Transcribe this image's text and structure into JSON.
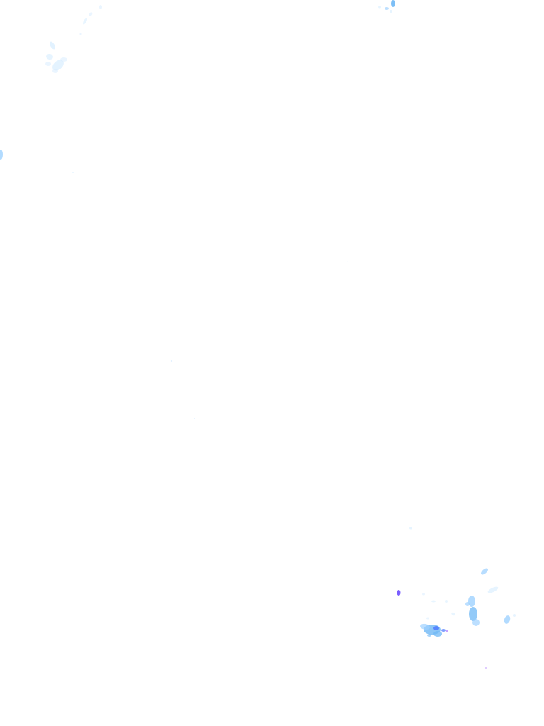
{
  "map": {
    "layer_type": "precipitation-radar-overlay",
    "background": "#ffffff",
    "intensity_colors": {
      "very_light": "#d6ecff",
      "light": "#9fd2ff",
      "moderate": "#6fb8f5",
      "heavy": "#4a76ff",
      "very_heavy": "#6b4cff",
      "extreme": "#b07bff"
    },
    "echo_regions": [
      {
        "name": "northwest-cluster",
        "intensity": "very_light"
      },
      {
        "name": "north-speckle",
        "intensity": "light"
      },
      {
        "name": "west-edge-speckle",
        "intensity": "light"
      },
      {
        "name": "southeast-cluster",
        "intensity": "moderate"
      },
      {
        "name": "southeast-core",
        "intensity": "heavy"
      },
      {
        "name": "southeast-isolated-cell",
        "intensity": "very_heavy"
      }
    ]
  }
}
